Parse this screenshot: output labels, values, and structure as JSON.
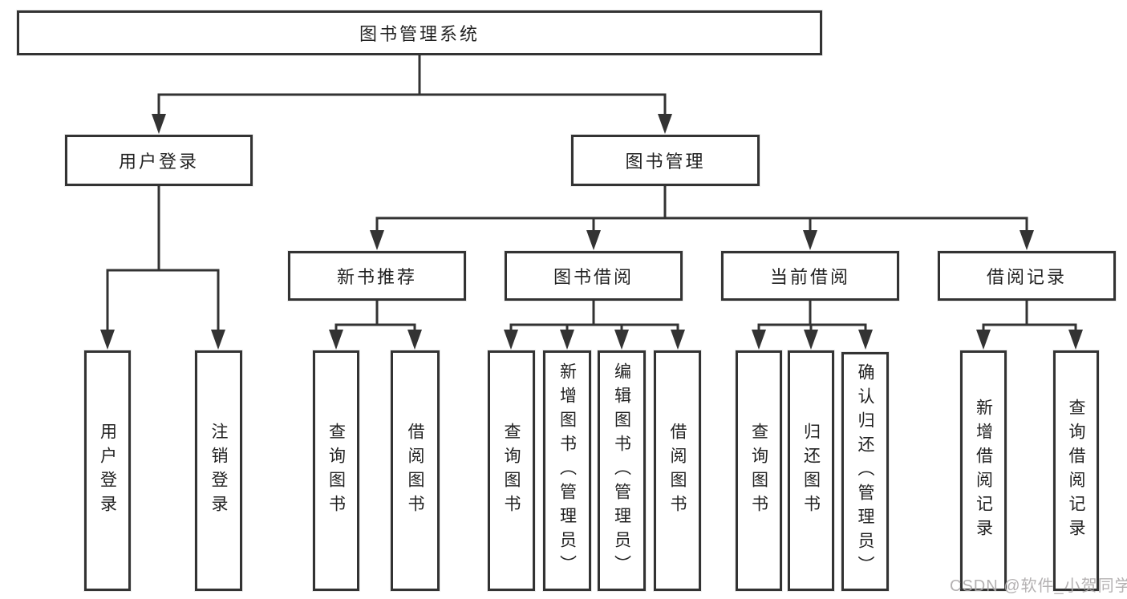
{
  "page": {
    "background": "#ffffff",
    "watermark": {
      "text": "CSDN @软件_小贺同学",
      "color": "#aca9aa"
    }
  },
  "style": {
    "line_color": "#333333",
    "box_border_color": "#333333",
    "box_fill_color": "#ffffff",
    "text_color": "#222222"
  },
  "tree": {
    "label": "图书管理系统",
    "children": [
      {
        "label": "用户登录",
        "children": [
          {
            "label": "用户登录"
          },
          {
            "label": "注销登录"
          }
        ]
      },
      {
        "label": "图书管理",
        "children": [
          {
            "label": "新书推荐",
            "children": [
              {
                "label": "查询图书"
              },
              {
                "label": "借阅图书"
              }
            ]
          },
          {
            "label": "图书借阅",
            "children": [
              {
                "label": "查询图书"
              },
              {
                "label": "新增图书（管理员）"
              },
              {
                "label": "编辑图书（管理员）"
              },
              {
                "label": "借阅图书"
              }
            ]
          },
          {
            "label": "当前借阅",
            "children": [
              {
                "label": "查询图书"
              },
              {
                "label": "归还图书"
              },
              {
                "label": "确认归还（管理员）"
              }
            ]
          },
          {
            "label": "借阅记录",
            "children": [
              {
                "label": "新增借阅记录"
              },
              {
                "label": "查询借阅记录"
              }
            ]
          }
        ]
      }
    ]
  }
}
